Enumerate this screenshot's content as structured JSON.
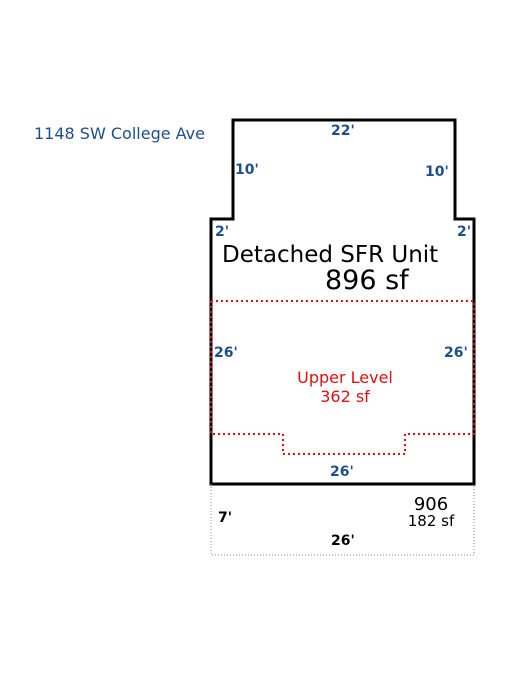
{
  "address": "1148 SW College Ave",
  "unit": {
    "name": "Detached SFR Unit",
    "area": "896 sf"
  },
  "upper_level": {
    "name": "Upper Level",
    "area": "362 sf"
  },
  "annex": {
    "id": "906",
    "area": "182 sf"
  },
  "dimensions": {
    "top_width": "22'",
    "left_upper": "10'",
    "right_upper": "10'",
    "left_step": "2'",
    "right_step": "2'",
    "left_side": "26'",
    "right_side": "26'",
    "bottom_width": "26'",
    "annex_depth": "7'",
    "annex_width": "26'"
  },
  "colors": {
    "outline": "#000000",
    "dimension_text": "#1f4e8c",
    "upper_level": "#e01010",
    "address_text": "#1f4e8c",
    "annex_outline": "#888888"
  }
}
